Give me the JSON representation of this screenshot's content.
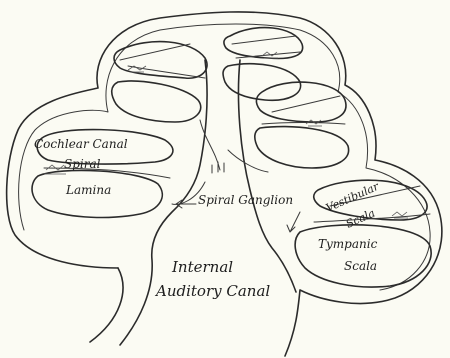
{
  "figure": {
    "labels": {
      "cochlear_canal": "Cochlear Canal",
      "spiral_lamina_1": "Spiral",
      "spiral_lamina_2": "Lamina",
      "spiral_ganglion": "Spiral Ganglion",
      "vestibular_scala_1": "Vestibular",
      "vestibular_scala_2": "Scala",
      "tympanic_scala_1": "Tympanic",
      "tympanic_scala_2": "Scala",
      "internal_auditory_canal_1": "Internal",
      "internal_auditory_canal_2": "Auditory Canal"
    },
    "ink_color": "#2b2b2b",
    "paper_color": "#fbfbf3"
  }
}
